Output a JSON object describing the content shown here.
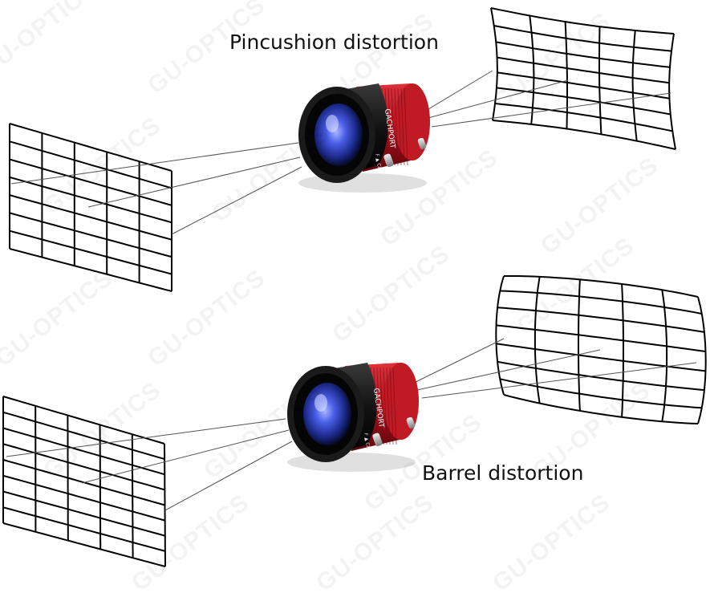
{
  "captions": {
    "pincushion": "Pincushion distortion",
    "barrel": "Barrel distortion"
  },
  "watermark": "GU-OPTICS",
  "lens": {
    "brand_engraving": "GACHPORT",
    "focus_marks": "F  ▲  CL",
    "body_color": "#0e0e0e",
    "ring_color": "#b3121d",
    "glass_color": "#3a4fd6"
  },
  "grids": [
    {
      "id": "pin-object",
      "rows": 7,
      "cols": 5
    },
    {
      "id": "pin-image",
      "rows": 7,
      "cols": 5
    },
    {
      "id": "bar-object",
      "rows": 8,
      "cols": 5
    },
    {
      "id": "bar-image",
      "rows": 7,
      "cols": 5
    }
  ]
}
